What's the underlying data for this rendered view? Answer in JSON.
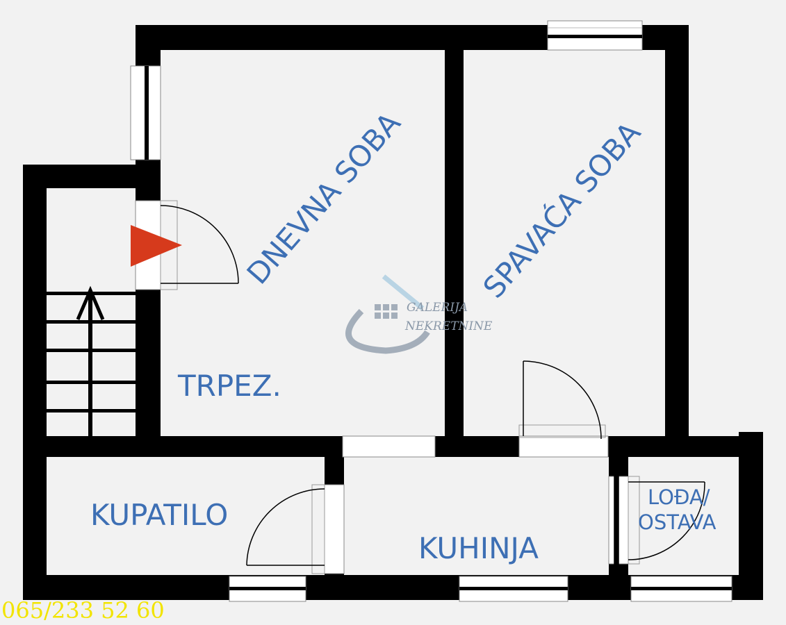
{
  "rooms": {
    "dnevna": "DNEVNA SOBA",
    "spavaca": "SPAVAĆA SOBA",
    "trpez": "TRPEZ.",
    "kupatilo": "KUPATILO",
    "kuhinja": "KUHINJA",
    "lodja_line1": "LOĐA/",
    "lodja_line2": "OSTAVA"
  },
  "watermark": {
    "line1": "GALERIJA",
    "line2": "NEKRETNINE"
  },
  "phone": "065/233 52 60",
  "colors": {
    "wall": "#000000",
    "floor": "#f2f2f2",
    "label": "#3d6fb4",
    "entrance_marker": "#d63a1c",
    "phone": "#f2e400"
  },
  "icons": [
    "entrance-arrow-icon",
    "stairs-direction-arrow-icon",
    "watermark-logo-icon"
  ]
}
